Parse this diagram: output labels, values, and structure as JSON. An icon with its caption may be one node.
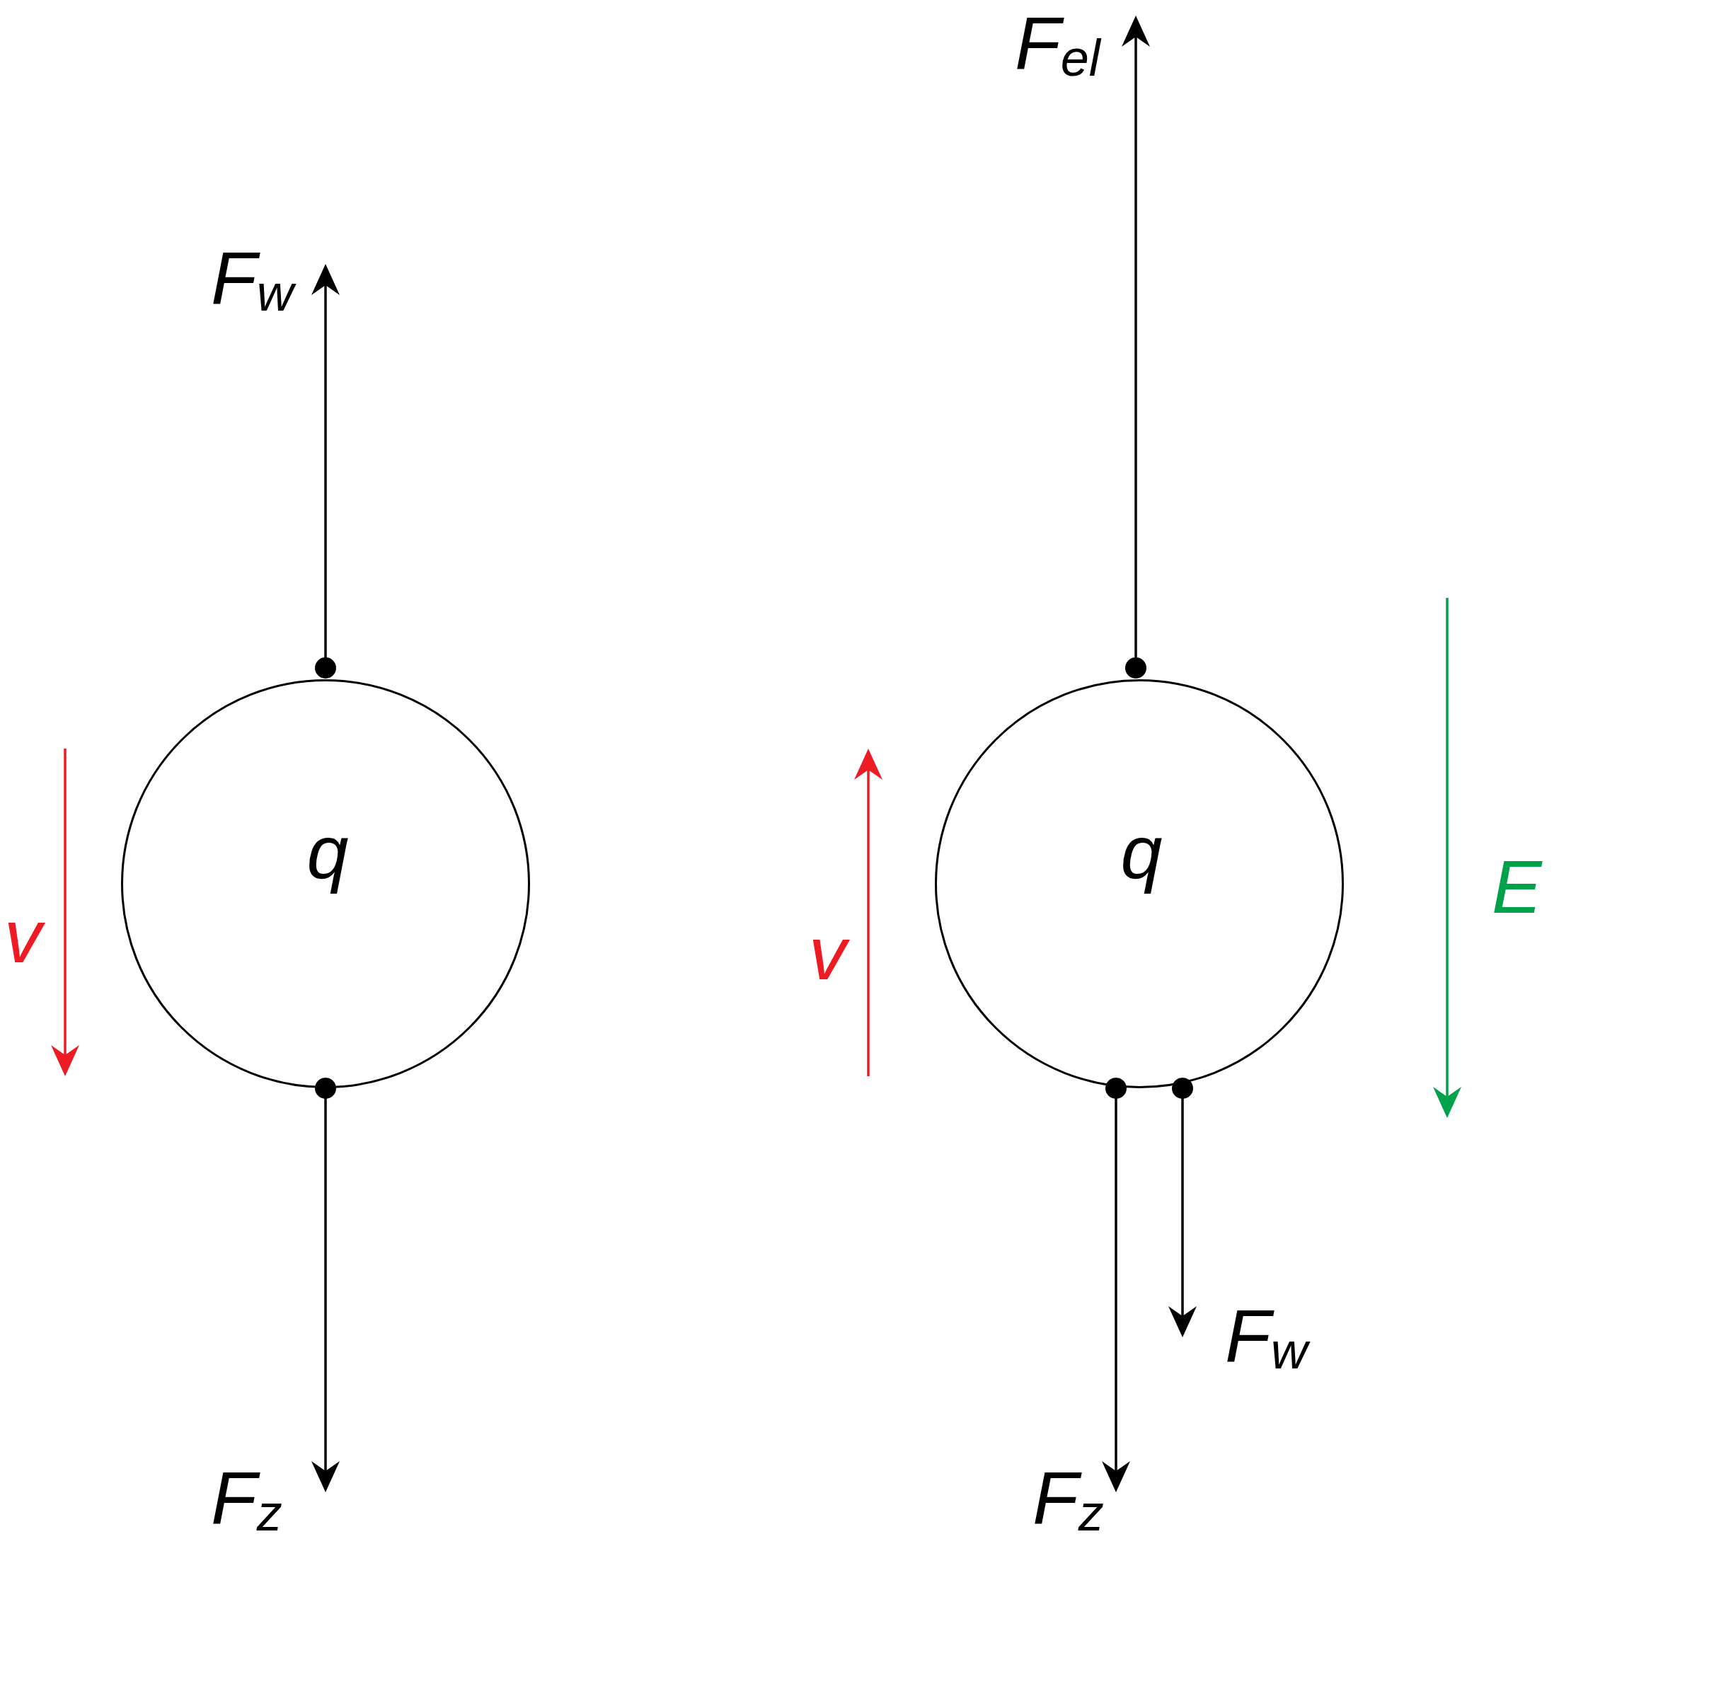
{
  "diagram": {
    "nodes": [
      {
        "text": [
          "q"
        ]
      },
      {
        "text": [
          "q"
        ]
      }
    ],
    "labels": [
      "F$_{el}$",
      "F$_{w}$",
      "E",
      "v",
      "v",
      "F$_{w}$",
      "F$_{z}$",
      "F$_{z}$"
    ]
  }
}
